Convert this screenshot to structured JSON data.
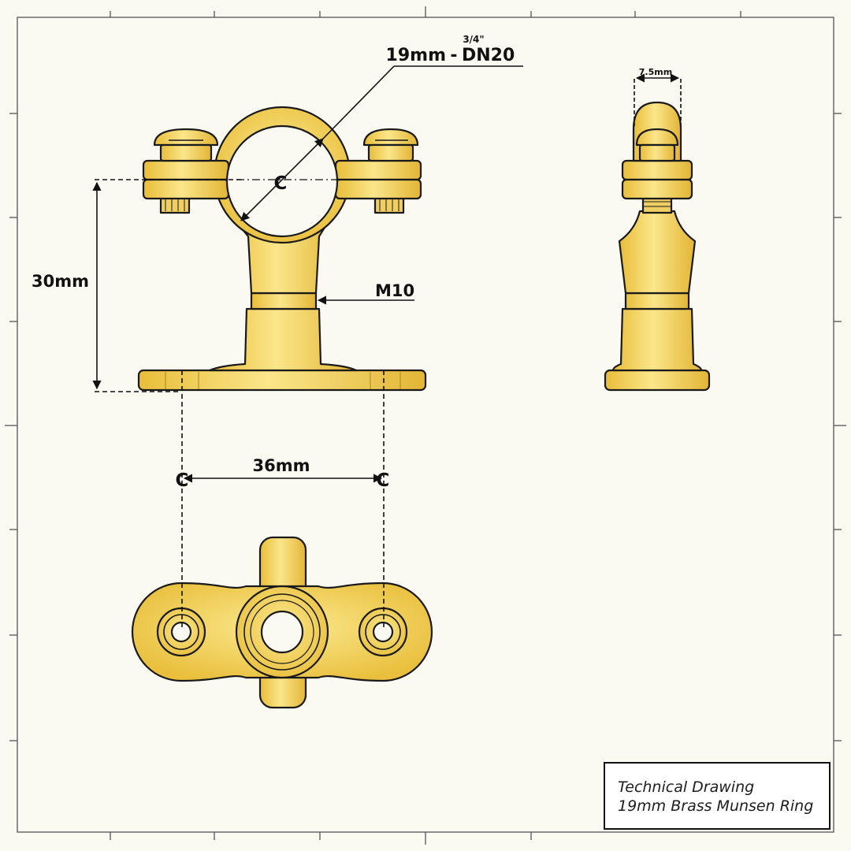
{
  "drawing": {
    "pipe_size": "19mm",
    "pipe_size_separator": "-",
    "pipe_dn": "DN20",
    "pipe_inch": "3/4\"",
    "width_side": "7.5mm",
    "height": "30mm",
    "thread": "M10",
    "hole_spacing": "36mm",
    "center_mark": "C"
  },
  "title_block": {
    "line1": "Technical Drawing",
    "line2": "19mm Brass Munsen Ring"
  },
  "colors": {
    "brass": "#f3d25a",
    "brass_light": "#fbe78a",
    "outline": "#1a1a1a",
    "background": "#fbfaf2"
  }
}
